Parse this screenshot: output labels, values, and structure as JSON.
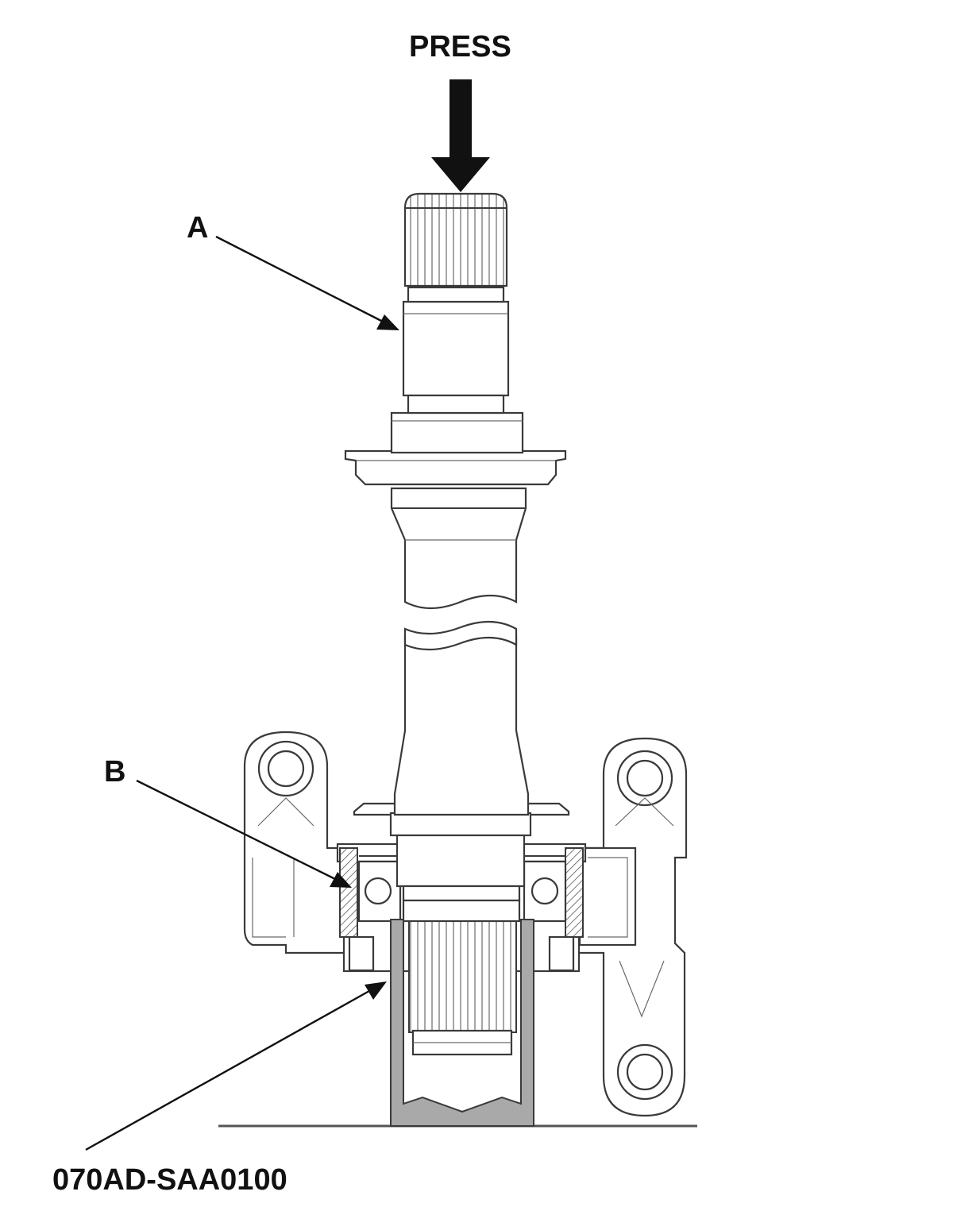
{
  "labels": {
    "press": "PRESS",
    "part_a": "A",
    "part_b": "B",
    "tool_number": "070AD-SAA0100"
  },
  "colors": {
    "line": "#3a3a3a",
    "tool_fill": "#a9a9a9",
    "arrow": "#111111",
    "background": "#ffffff"
  }
}
